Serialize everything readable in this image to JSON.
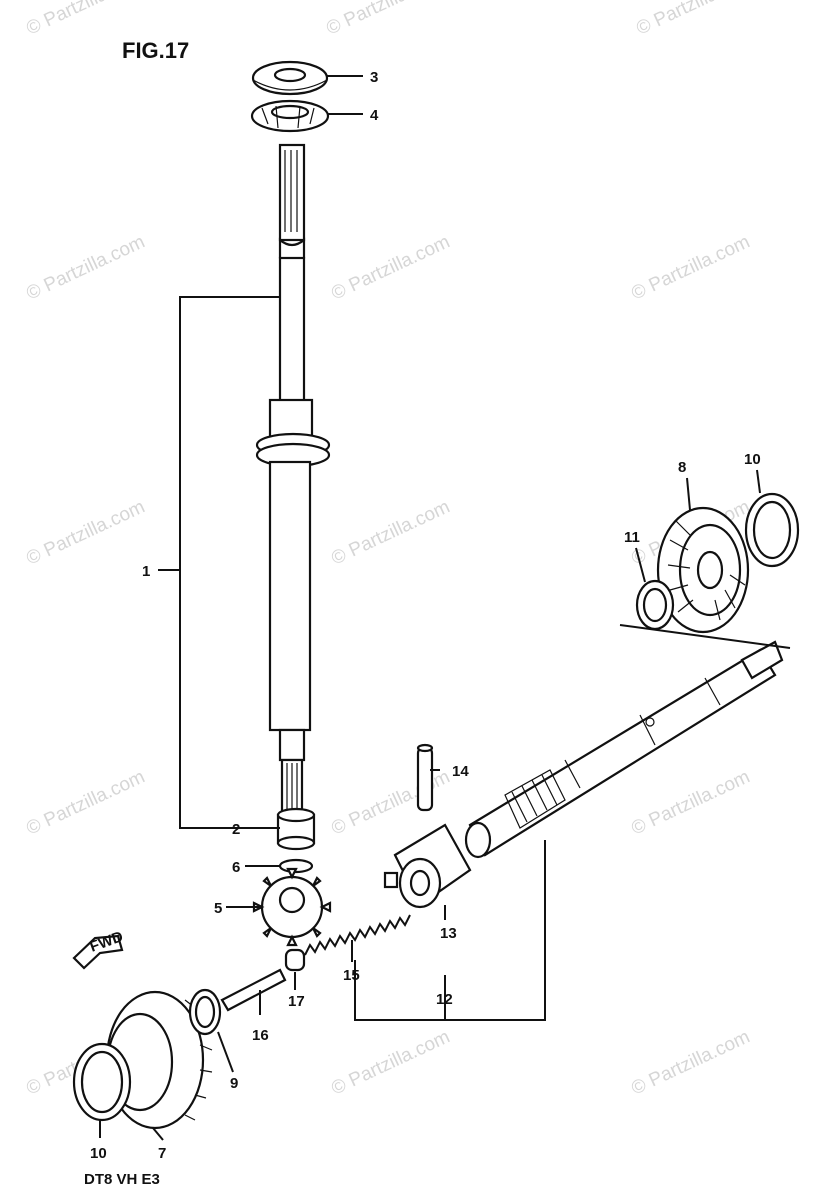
{
  "figure": {
    "title": "FIG.17",
    "model_code": "DT8 VH E3",
    "fwd_label": "FWD",
    "watermark": "© Partzilla.com"
  },
  "callouts": [
    {
      "id": "1",
      "text": "1"
    },
    {
      "id": "2",
      "text": "2"
    },
    {
      "id": "3",
      "text": "3"
    },
    {
      "id": "4",
      "text": "4"
    },
    {
      "id": "5",
      "text": "5"
    },
    {
      "id": "6",
      "text": "6"
    },
    {
      "id": "7",
      "text": "7"
    },
    {
      "id": "8",
      "text": "8"
    },
    {
      "id": "9",
      "text": "9"
    },
    {
      "id": "10a",
      "text": "10"
    },
    {
      "id": "10b",
      "text": "10"
    },
    {
      "id": "11",
      "text": "11"
    },
    {
      "id": "12",
      "text": "12"
    },
    {
      "id": "13",
      "text": "13"
    },
    {
      "id": "14",
      "text": "14"
    },
    {
      "id": "15",
      "text": "15"
    },
    {
      "id": "16",
      "text": "16"
    },
    {
      "id": "17",
      "text": "17"
    }
  ]
}
